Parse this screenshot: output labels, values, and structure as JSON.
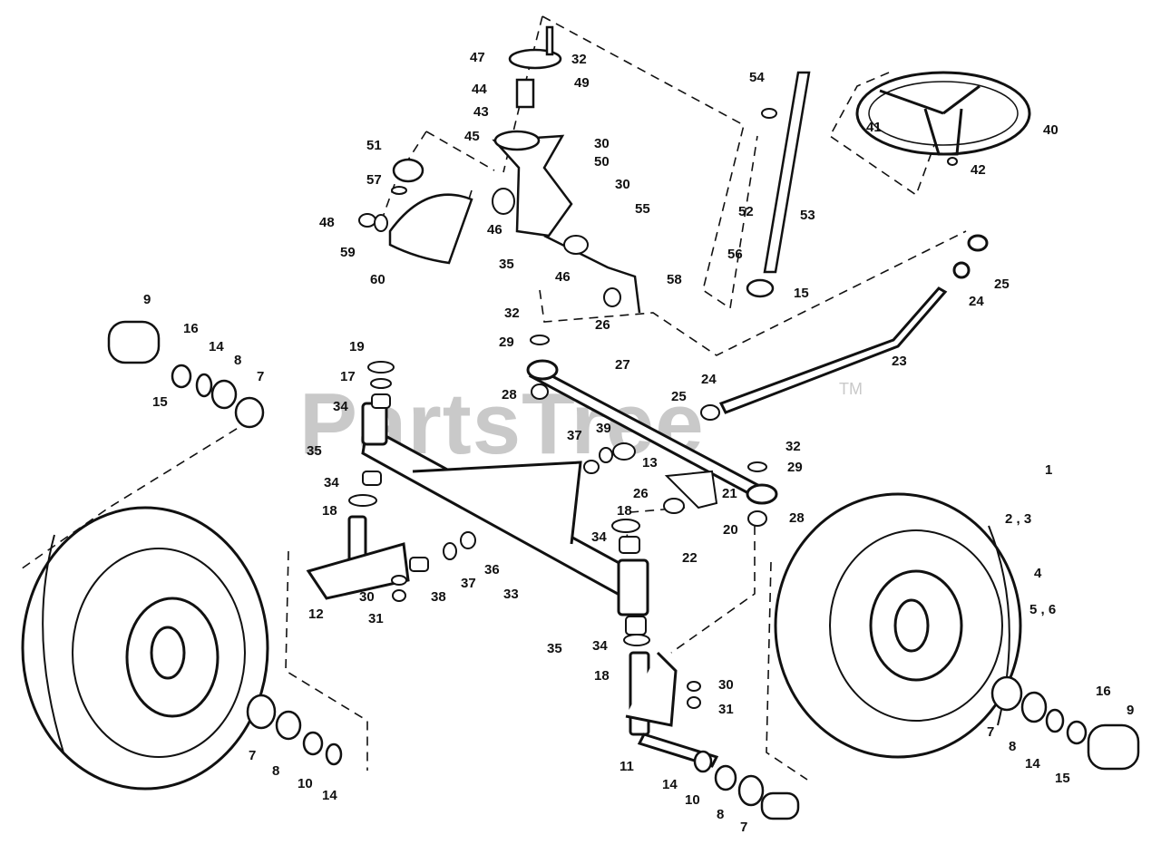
{
  "watermark": {
    "text": "PartsTree",
    "trademark": "TM"
  },
  "callouts": [
    {
      "id": "c-32a",
      "text": "32"
    },
    {
      "id": "c-47",
      "text": "47"
    },
    {
      "id": "c-44",
      "text": "44"
    },
    {
      "id": "c-49",
      "text": "49"
    },
    {
      "id": "c-43",
      "text": "43"
    },
    {
      "id": "c-45",
      "text": "45"
    },
    {
      "id": "c-30a",
      "text": "30"
    },
    {
      "id": "c-50",
      "text": "50"
    },
    {
      "id": "c-51",
      "text": "51"
    },
    {
      "id": "c-57",
      "text": "57"
    },
    {
      "id": "c-30b",
      "text": "30"
    },
    {
      "id": "c-55",
      "text": "55"
    },
    {
      "id": "c-48",
      "text": "48"
    },
    {
      "id": "c-46a",
      "text": "46"
    },
    {
      "id": "c-59",
      "text": "59"
    },
    {
      "id": "c-35a",
      "text": "35"
    },
    {
      "id": "c-46b",
      "text": "46"
    },
    {
      "id": "c-60",
      "text": "60"
    },
    {
      "id": "c-58",
      "text": "58"
    },
    {
      "id": "c-54",
      "text": "54"
    },
    {
      "id": "c-53",
      "text": "53"
    },
    {
      "id": "c-52",
      "text": "52"
    },
    {
      "id": "c-56",
      "text": "56"
    },
    {
      "id": "c-15a",
      "text": "15"
    },
    {
      "id": "c-40",
      "text": "40"
    },
    {
      "id": "c-41",
      "text": "41"
    },
    {
      "id": "c-42",
      "text": "42"
    },
    {
      "id": "c-25a",
      "text": "25"
    },
    {
      "id": "c-24a",
      "text": "24"
    },
    {
      "id": "c-23",
      "text": "23"
    },
    {
      "id": "c-9a",
      "text": "9"
    },
    {
      "id": "c-16a",
      "text": "16"
    },
    {
      "id": "c-14a",
      "text": "14"
    },
    {
      "id": "c-8a",
      "text": "8"
    },
    {
      "id": "c-7a",
      "text": "7"
    },
    {
      "id": "c-15b",
      "text": "15"
    },
    {
      "id": "c-32b",
      "text": "32"
    },
    {
      "id": "c-29a",
      "text": "29"
    },
    {
      "id": "c-26a",
      "text": "26"
    },
    {
      "id": "c-19",
      "text": "19"
    },
    {
      "id": "c-17",
      "text": "17"
    },
    {
      "id": "c-34a",
      "text": "34"
    },
    {
      "id": "c-27",
      "text": "27"
    },
    {
      "id": "c-28a",
      "text": "28"
    },
    {
      "id": "c-24b",
      "text": "24"
    },
    {
      "id": "c-25b",
      "text": "25"
    },
    {
      "id": "c-35b",
      "text": "35"
    },
    {
      "id": "c-37a",
      "text": "37"
    },
    {
      "id": "c-39",
      "text": "39"
    },
    {
      "id": "c-13",
      "text": "13"
    },
    {
      "id": "c-32c",
      "text": "32"
    },
    {
      "id": "c-29b",
      "text": "29"
    },
    {
      "id": "c-34b",
      "text": "34"
    },
    {
      "id": "c-18a",
      "text": "18"
    },
    {
      "id": "c-26b",
      "text": "26"
    },
    {
      "id": "c-21",
      "text": "21"
    },
    {
      "id": "c-20",
      "text": "20"
    },
    {
      "id": "c-28b",
      "text": "28"
    },
    {
      "id": "c-18b",
      "text": "18"
    },
    {
      "id": "c-34c",
      "text": "34"
    },
    {
      "id": "c-22",
      "text": "22"
    },
    {
      "id": "c-1",
      "text": "1"
    },
    {
      "id": "c-23b",
      "text": "2 , 3"
    },
    {
      "id": "c-4",
      "text": "4"
    },
    {
      "id": "c-56b",
      "text": "5 , 6"
    },
    {
      "id": "c-30c",
      "text": "30"
    },
    {
      "id": "c-31a",
      "text": "31"
    },
    {
      "id": "c-38",
      "text": "38"
    },
    {
      "id": "c-37b",
      "text": "37"
    },
    {
      "id": "c-36",
      "text": "36"
    },
    {
      "id": "c-33",
      "text": "33"
    },
    {
      "id": "c-12",
      "text": "12"
    },
    {
      "id": "c-35c",
      "text": "35"
    },
    {
      "id": "c-34d",
      "text": "34"
    },
    {
      "id": "c-18c",
      "text": "18"
    },
    {
      "id": "c-30d",
      "text": "30"
    },
    {
      "id": "c-31b",
      "text": "31"
    },
    {
      "id": "c-11",
      "text": "11"
    },
    {
      "id": "c-7b",
      "text": "7"
    },
    {
      "id": "c-8b",
      "text": "8"
    },
    {
      "id": "c-10a",
      "text": "10"
    },
    {
      "id": "c-14b",
      "text": "14"
    },
    {
      "id": "c-14c",
      "text": "14"
    },
    {
      "id": "c-10b",
      "text": "10"
    },
    {
      "id": "c-8c",
      "text": "8"
    },
    {
      "id": "c-7c",
      "text": "7"
    },
    {
      "id": "c-16b",
      "text": "16"
    },
    {
      "id": "c-9b",
      "text": "9"
    },
    {
      "id": "c-7d",
      "text": "7"
    },
    {
      "id": "c-8d",
      "text": "8"
    },
    {
      "id": "c-14d",
      "text": "14"
    },
    {
      "id": "c-15c",
      "text": "15"
    }
  ]
}
